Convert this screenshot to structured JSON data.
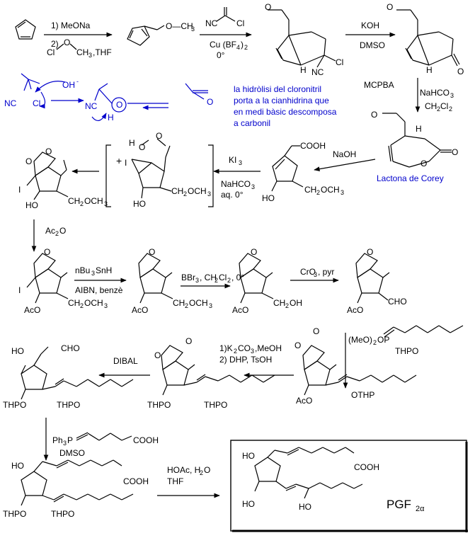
{
  "colors": {
    "ink": "#000000",
    "annotation": "#0000cc",
    "background": "#ffffff"
  },
  "reagents": {
    "step1_a": "1) MeONa",
    "step1_b": "2)",
    "step1_c": "Cl",
    "step1_d": "O",
    "step1_e": "CH",
    "step1_f": "3",
    "step1_g": ",THF",
    "step2_a": "Cu (BF",
    "step2_b": "4",
    "step2_c": ")",
    "step2_d": "2",
    "step2_e": "0°",
    "step3_a": "KOH",
    "step3_b": "DMSO",
    "step4": "MCPBA",
    "step5_a": "NaHCO",
    "step5_b": "3",
    "step5_c": "CH",
    "step5_d": "2",
    "step5_e": "Cl",
    "step5_f": "2",
    "step6": "NaOH",
    "step7_a": "KI",
    "step7_b": "3",
    "step7_c": "NaHCO",
    "step7_d": "3",
    "step7_e": "aq. 0°",
    "step8_a": "Ac",
    "step8_b": "2",
    "step8_c": "O",
    "step9_a": "nBu",
    "step9_b": "3",
    "step9_c": "SnH",
    "step9_d": "AIBN, benzè",
    "step10_a": "BBr",
    "step10_b": "3",
    "step10_c": ", CH",
    "step10_d": "2",
    "step10_e": "Cl",
    "step10_f": "2",
    "step10_g": ", 0°",
    "step11_a": "CrO",
    "step11_b": "3",
    "step11_c": ", pyr",
    "step12_a": "(MeO)",
    "step12_b": "2",
    "step12_c": "OP",
    "step12_d": "THPO",
    "step13_a": "1)K",
    "step13_b": "2",
    "step13_c": "CO",
    "step13_d": "3",
    "step13_e": ",MeOH",
    "step13_f": "2) DHP, TsOH",
    "step14": "DIBAL",
    "step15_a": "Ph",
    "step15_b": "3",
    "step15_c": "P",
    "step15_d": "COOH",
    "step15_e": "DMSO",
    "step16_a": "HOAc, H",
    "step16_b": "2",
    "step16_c": "O",
    "step16_d": "THF"
  },
  "mechanism": {
    "hydroxide": "OH",
    "hydroxide_charge": "-",
    "nc1": "NC",
    "cl1": "Cl",
    "nc2": "NC",
    "o2": "O",
    "h2": "H",
    "o3": "O",
    "note_line1": "la hidròlisi del cloronitril",
    "note_line2": "porta a la cianhidrina que",
    "note_line3": "en medi bàsic descomposa",
    "note_line4": "a carbonil"
  },
  "labels": {
    "corey_lactone": "Lactona de Corey",
    "product": "PGF",
    "product_sub": "2α"
  },
  "atoms": {
    "meo_ch3": "O—CH",
    "three": "3",
    "o": "O",
    "nc": "NC",
    "cl": "Cl",
    "h": "H",
    "i": "I",
    "ho": "HO",
    "aco": "AcO",
    "ch2och3": "CH",
    "ch2och3_b": "2",
    "ch2och3_c": "OCH",
    "ch2och3_d": "3",
    "ch2oh_a": "CH",
    "ch2oh_b": "2",
    "ch2oh_c": "OH",
    "cooh": "COOH",
    "cho": "CHO",
    "thpo": "THPO",
    "othp": "OTHP",
    "plus": "+"
  }
}
